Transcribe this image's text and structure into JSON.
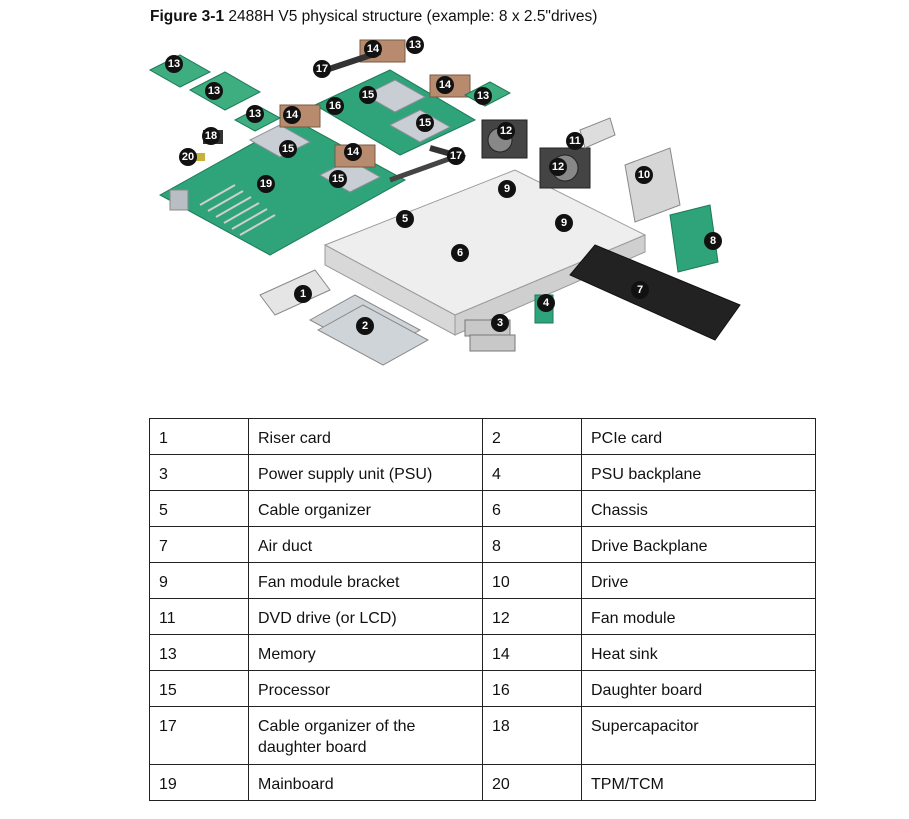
{
  "caption": {
    "figure_number": "Figure 3-1",
    "title": "2488H V5 physical structure (example: 8 x 2.5\"drives)"
  },
  "figure": {
    "callouts": [
      "1",
      "2",
      "3",
      "4",
      "5",
      "6",
      "7",
      "8",
      "9",
      "9",
      "10",
      "11",
      "12",
      "12",
      "13",
      "13",
      "13",
      "13",
      "14",
      "14",
      "14",
      "14",
      "15",
      "15",
      "15",
      "15",
      "16",
      "17",
      "17",
      "18",
      "19",
      "20"
    ]
  },
  "parts_table": {
    "rows": [
      {
        "n1": "1",
        "name1": "Riser card",
        "n2": "2",
        "name2": "PCIe card"
      },
      {
        "n1": "3",
        "name1": "Power supply unit (PSU)",
        "n2": "4",
        "name2": "PSU backplane"
      },
      {
        "n1": "5",
        "name1": "Cable organizer",
        "n2": "6",
        "name2": "Chassis"
      },
      {
        "n1": "7",
        "name1": "Air duct",
        "n2": "8",
        "name2": "Drive Backplane"
      },
      {
        "n1": "9",
        "name1": "Fan module bracket",
        "n2": "10",
        "name2": "Drive"
      },
      {
        "n1": "11",
        "name1": "DVD drive (or LCD)",
        "n2": "12",
        "name2": "Fan module"
      },
      {
        "n1": "13",
        "name1": "Memory",
        "n2": "14",
        "name2": "Heat sink"
      },
      {
        "n1": "15",
        "name1": "Processor",
        "n2": "16",
        "name2": "Daughter board"
      },
      {
        "n1": "17",
        "name1": "Cable organizer of the daughter board",
        "n2": "18",
        "name2": "Supercapacitor"
      },
      {
        "n1": "19",
        "name1": "Mainboard",
        "n2": "20",
        "name2": "TPM/TCM"
      }
    ]
  }
}
